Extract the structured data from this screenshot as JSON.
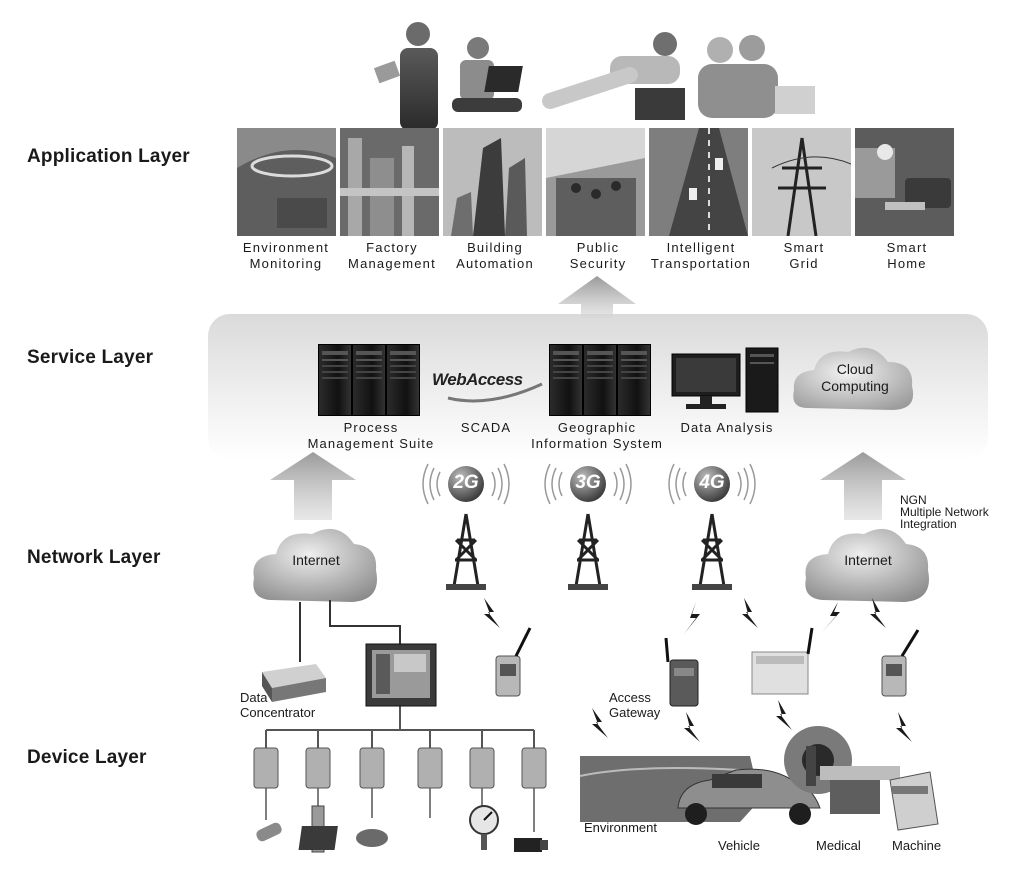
{
  "layers": {
    "application": "Application Layer",
    "service": "Service Layer",
    "network": "Network Layer",
    "device": "Device Layer"
  },
  "applications": [
    {
      "line1": "Environment",
      "line2": "Monitoring"
    },
    {
      "line1": "Factory",
      "line2": "Management"
    },
    {
      "line1": "Building",
      "line2": "Automation"
    },
    {
      "line1": "Public",
      "line2": "Security"
    },
    {
      "line1": "Intelligent",
      "line2": "Transportation"
    },
    {
      "line1": "Smart",
      "line2": "Grid"
    },
    {
      "line1": "Smart",
      "line2": "Home"
    }
  ],
  "services": {
    "process": {
      "line1": "Process",
      "line2": "Management Suite"
    },
    "webaccess_logo": "WebAccess",
    "scada": "SCADA",
    "gis": {
      "line1": "Geographic",
      "line2": "Information System"
    },
    "data_analysis": "Data Analysis",
    "cloud": {
      "line1": "Cloud",
      "line2": "Computing"
    }
  },
  "network": {
    "internet_left": "Internet",
    "internet_right": "Internet",
    "towers": [
      "2G",
      "3G",
      "4G"
    ],
    "ngn": {
      "line1": "NGN",
      "line2": "Multiple Network",
      "line3": "Integration"
    }
  },
  "devices": {
    "data_concentrator": {
      "line1": "Data",
      "line2": "Concentrator"
    },
    "access_gateway": {
      "line1": "Access",
      "line2": "Gateway"
    },
    "environment": "Environment",
    "vehicle": "Vehicle",
    "medical": "Medical",
    "machine": "Machine"
  }
}
